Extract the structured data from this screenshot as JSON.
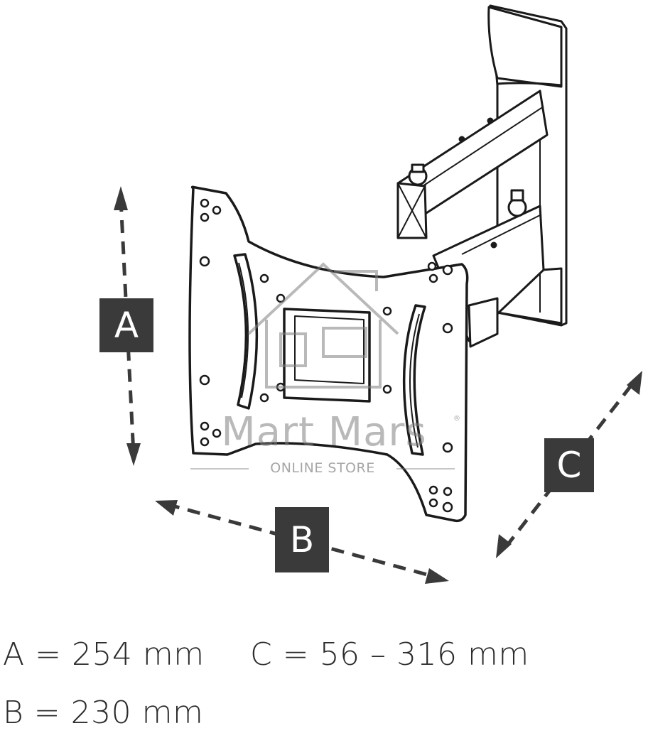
{
  "labels": {
    "a": "A",
    "b": "B",
    "c": "C"
  },
  "watermark": {
    "brand": "Mart Mars",
    "tagline": "ONLINE STORE",
    "registered": "®"
  },
  "specs": {
    "a": "A = 254 mm",
    "b": "B = 230 mm",
    "c": "C = 56 – 316 mm"
  },
  "colors": {
    "line": "#1a1a1a",
    "label_bg": "#3a3a3a",
    "watermark": "#808080"
  }
}
